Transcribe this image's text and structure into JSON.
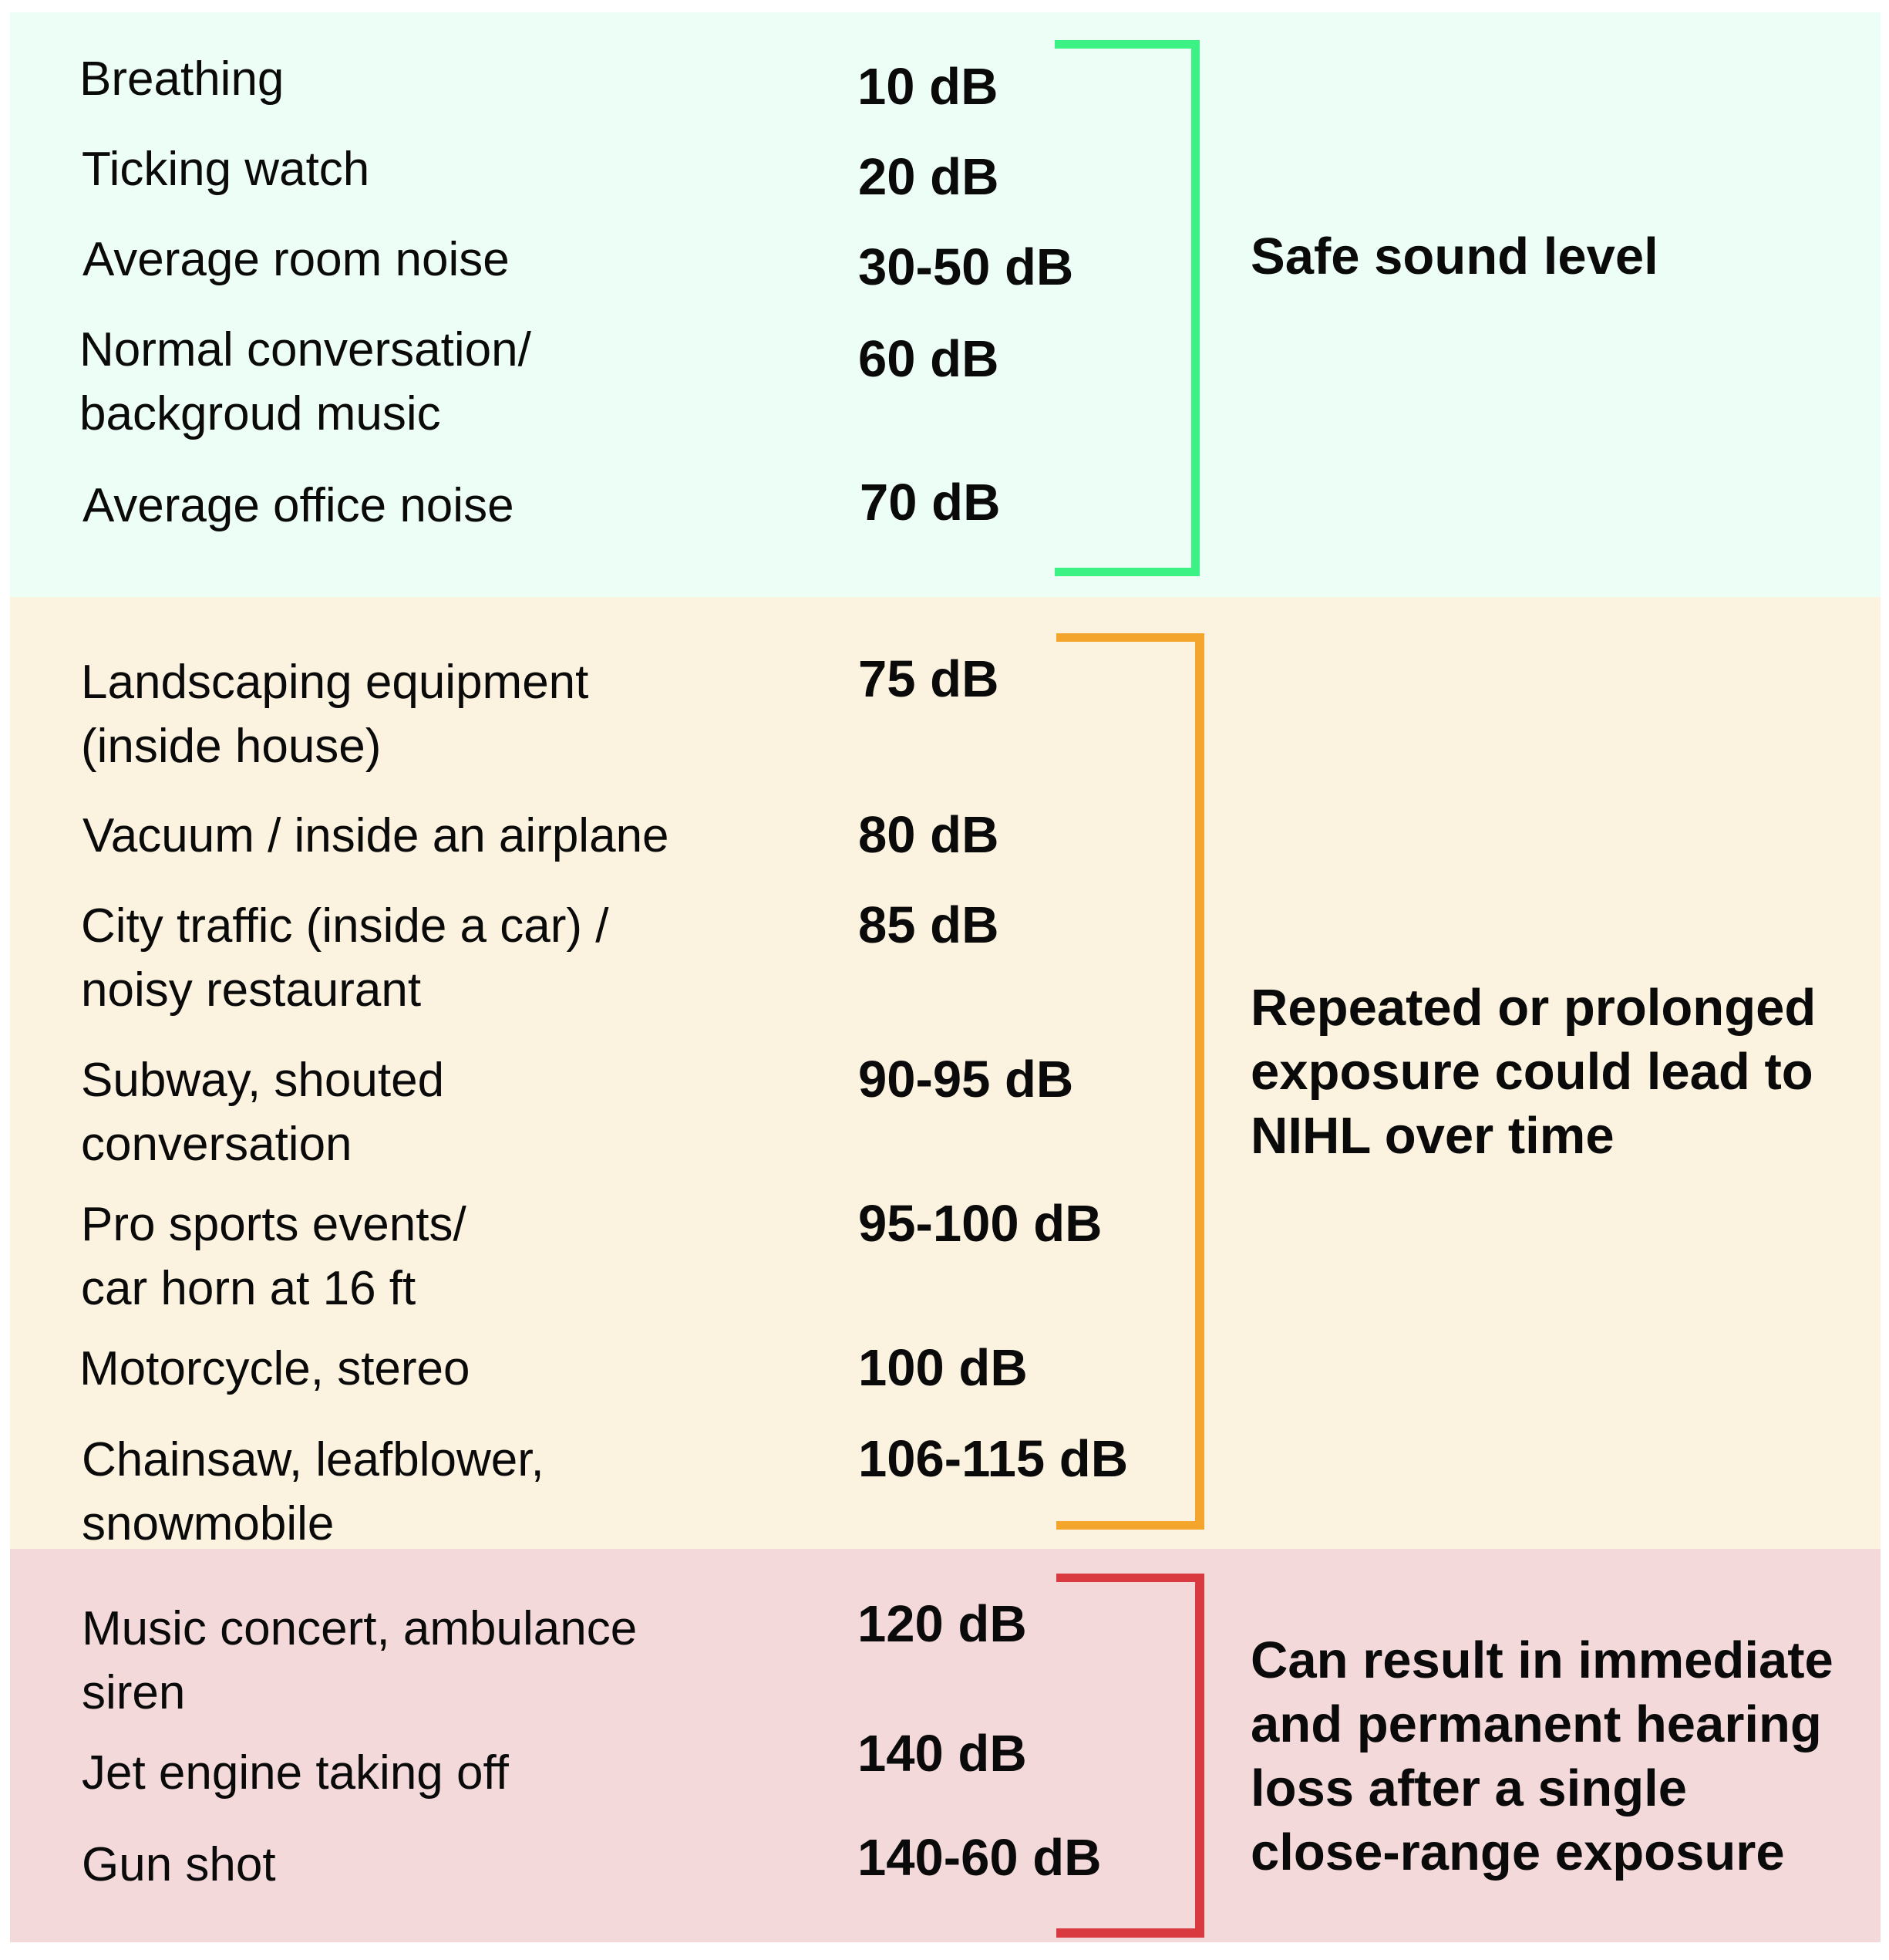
{
  "colors": {
    "safe_bg": "#EDFEF6",
    "caution_bg": "#FBF2DF",
    "danger_bg": "#F4D9DA",
    "safe_accent": "#3CF285",
    "caution_accent": "#F3A62B",
    "danger_accent": "#D93A40"
  },
  "zones": [
    {
      "name": "safe",
      "description": "Safe sound level",
      "rows": [
        {
          "source": "Breathing",
          "level": "10 dB"
        },
        {
          "source": "Ticking watch",
          "level": "20 dB"
        },
        {
          "source": "Average room noise",
          "level": "30-50 dB"
        },
        {
          "source": "Normal conversation/\nbackgroud music",
          "source_lines": [
            "Normal conversation/",
            "backgroud music"
          ],
          "level": "60 dB"
        },
        {
          "source": "Average office noise",
          "level": "70 dB"
        }
      ]
    },
    {
      "name": "caution",
      "description": "Repeated or prolonged\nexposure could lead to\nNIHL over time",
      "rows": [
        {
          "source_lines": [
            "Landscaping equipment",
            "(inside house)"
          ],
          "level": "75 dB"
        },
        {
          "source": "Vacuum / inside an airplane",
          "level": "80 dB"
        },
        {
          "source_lines": [
            "City traffic (inside a car) /",
            "noisy restaurant"
          ],
          "level": "85 dB"
        },
        {
          "source_lines": [
            "Subway, shouted",
            "conversation"
          ],
          "level": "90-95 dB"
        },
        {
          "source_lines": [
            "Pro sports events/",
            "car horn at 16 ft"
          ],
          "level": "95-100 dB"
        },
        {
          "source": "Motorcycle, stereo",
          "level": "100 dB"
        },
        {
          "source_lines": [
            "Chainsaw, leafblower,",
            "snowmobile"
          ],
          "level": "106-115 dB"
        }
      ]
    },
    {
      "name": "danger",
      "description": "Can result in immediate\nand permanent hearing\nloss after a single\nclose-range exposure",
      "rows": [
        {
          "source_lines": [
            "Music concert, ambulance",
            "siren"
          ],
          "level": "120 dB"
        },
        {
          "source": "Jet engine taking off",
          "level": "140 dB"
        },
        {
          "source": "Gun shot",
          "level": "140-60 dB"
        }
      ]
    }
  ]
}
